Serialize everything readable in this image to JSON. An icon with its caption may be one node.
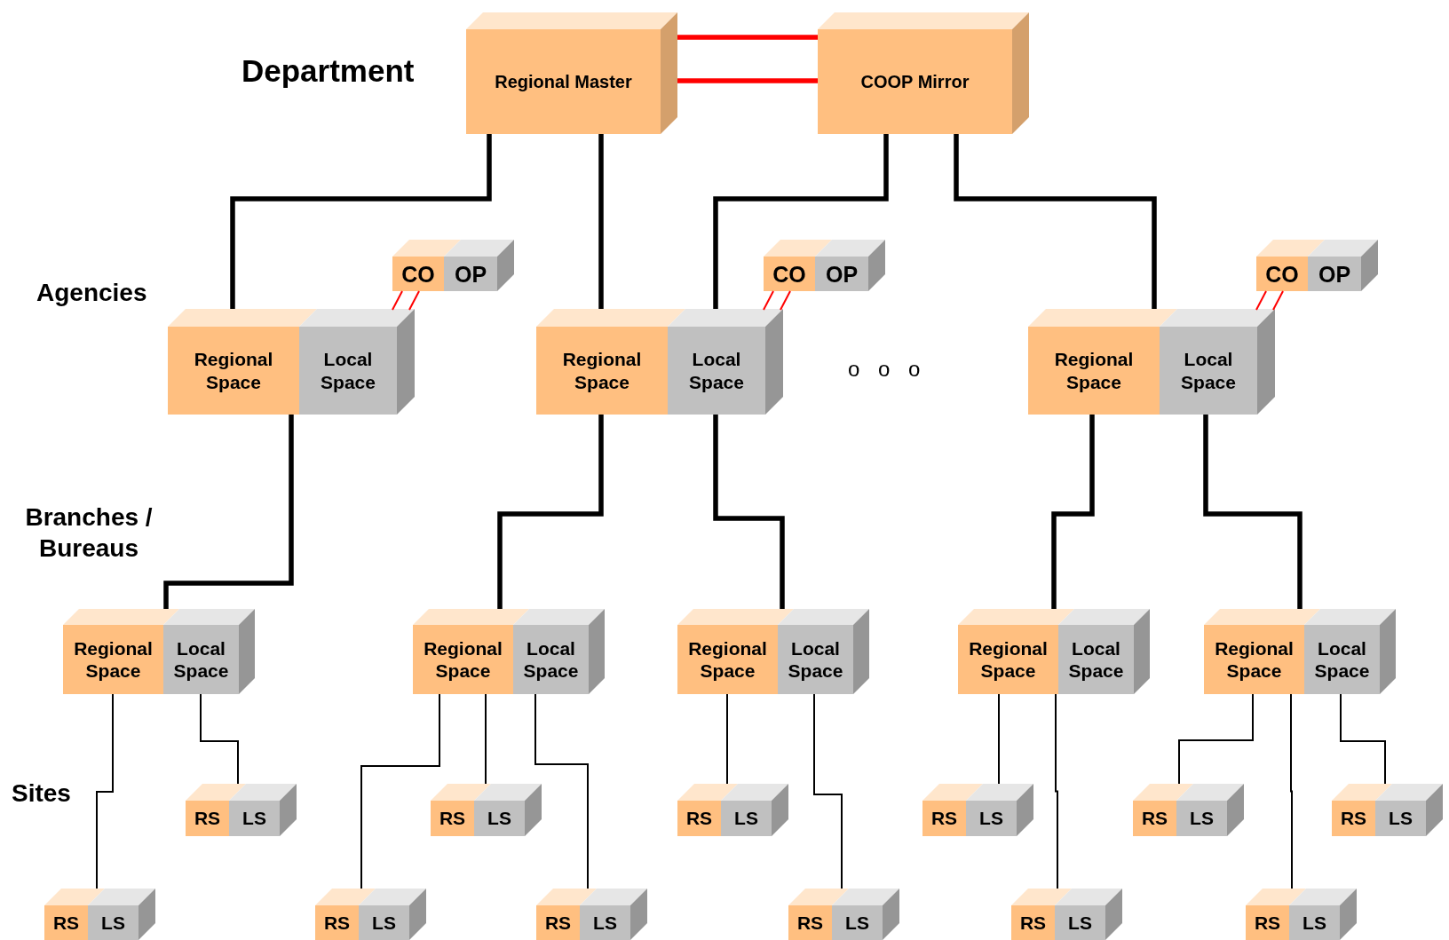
{
  "diagram": {
    "nodes": [
      {
        "text": [
          "Regional Master"
        ]
      },
      {
        "text": [
          "COOP Mirror"
        ]
      },
      {
        "text": [
          "CO"
        ]
      },
      {
        "text": [
          "OP"
        ]
      },
      {
        "text": [
          "Regional Space"
        ]
      },
      {
        "text": [
          "Local Space"
        ]
      },
      {
        "text": [
          "CO"
        ]
      },
      {
        "text": [
          "OP"
        ]
      },
      {
        "text": [
          "Regional Space"
        ]
      },
      {
        "text": [
          "Local Space"
        ]
      },
      {
        "text": [
          "CO"
        ]
      },
      {
        "text": [
          "OP"
        ]
      },
      {
        "text": [
          "Regional Space"
        ]
      },
      {
        "text": [
          "Local Space"
        ]
      },
      {
        "text": [
          "Regional Space"
        ]
      },
      {
        "text": [
          "Local Space"
        ]
      },
      {
        "text": [
          "Regional Space"
        ]
      },
      {
        "text": [
          "Local Space"
        ]
      },
      {
        "text": [
          "Regional Space"
        ]
      },
      {
        "text": [
          "Local Space"
        ]
      },
      {
        "text": [
          "Regional Space"
        ]
      },
      {
        "text": [
          "Local Space"
        ]
      },
      {
        "text": [
          "Regional Space"
        ]
      },
      {
        "text": [
          "Local Space"
        ]
      },
      {
        "text": [
          "RS"
        ]
      },
      {
        "text": [
          "LS"
        ]
      },
      {
        "text": [
          "RS"
        ]
      },
      {
        "text": [
          "LS"
        ]
      },
      {
        "text": [
          "RS"
        ]
      },
      {
        "text": [
          "LS"
        ]
      },
      {
        "text": [
          "RS"
        ]
      },
      {
        "text": [
          "LS"
        ]
      },
      {
        "text": [
          "RS"
        ]
      },
      {
        "text": [
          "LS"
        ]
      },
      {
        "text": [
          "RS"
        ]
      },
      {
        "text": [
          "LS"
        ]
      },
      {
        "text": [
          "RS"
        ]
      },
      {
        "text": [
          "LS"
        ]
      },
      {
        "text": [
          "RS"
        ]
      },
      {
        "text": [
          "LS"
        ]
      },
      {
        "text": [
          "RS"
        ]
      },
      {
        "text": [
          "LS"
        ]
      },
      {
        "text": [
          "RS"
        ]
      },
      {
        "text": [
          "LS"
        ]
      },
      {
        "text": [
          "RS"
        ]
      },
      {
        "text": [
          "LS"
        ]
      },
      {
        "text": [
          "RS"
        ]
      },
      {
        "text": [
          "LS"
        ]
      }
    ],
    "edges": [
      {
        "from": 0,
        "to": 1,
        "arrow": "none",
        "style": "thick",
        "color": "#ff0000"
      },
      {
        "from": 0,
        "to": 1,
        "arrow": "none",
        "style": "thick",
        "color": "#ff0000"
      },
      {
        "from": 0,
        "to": 4,
        "arrow": "none",
        "style": "thick"
      },
      {
        "from": 0,
        "to": 8,
        "arrow": "none",
        "style": "thick"
      },
      {
        "from": 1,
        "to": 9,
        "arrow": "none",
        "style": "thick"
      },
      {
        "from": 1,
        "to": 12,
        "arrow": "none",
        "style": "thick"
      },
      {
        "from": 2,
        "to": 5,
        "arrow": "none",
        "color": "#ff0000"
      },
      {
        "from": 2,
        "to": 5,
        "arrow": "none",
        "color": "#ff0000"
      },
      {
        "from": 6,
        "to": 9,
        "arrow": "none",
        "color": "#ff0000"
      },
      {
        "from": 6,
        "to": 9,
        "arrow": "none",
        "color": "#ff0000"
      },
      {
        "from": 10,
        "to": 13,
        "arrow": "none",
        "color": "#ff0000"
      },
      {
        "from": 10,
        "to": 13,
        "arrow": "none",
        "color": "#ff0000"
      },
      {
        "from": 4,
        "to": 15,
        "arrow": "none",
        "style": "thick"
      },
      {
        "from": 8,
        "to": 16,
        "arrow": "none",
        "style": "thick"
      },
      {
        "from": 9,
        "to": 19,
        "arrow": "none",
        "style": "thick"
      },
      {
        "from": 12,
        "to": 20,
        "arrow": "none",
        "style": "thick"
      },
      {
        "from": 13,
        "to": 22,
        "arrow": "none",
        "style": "thick"
      },
      {
        "from": 14,
        "to": 37,
        "arrow": "none"
      },
      {
        "from": 15,
        "to": 25,
        "arrow": "none"
      },
      {
        "from": 16,
        "to": 39,
        "arrow": "none"
      },
      {
        "from": 16,
        "to": 27,
        "arrow": "none"
      },
      {
        "from": 17,
        "to": 41,
        "arrow": "none"
      },
      {
        "from": 18,
        "to": 29,
        "arrow": "none"
      },
      {
        "from": 19,
        "to": 43,
        "arrow": "none"
      },
      {
        "from": 20,
        "to": 31,
        "arrow": "none"
      },
      {
        "from": 20,
        "to": 45,
        "arrow": "none"
      },
      {
        "from": 22,
        "to": 33,
        "arrow": "none"
      },
      {
        "from": 22,
        "to": 47,
        "arrow": "none"
      },
      {
        "from": 23,
        "to": 35,
        "arrow": "none"
      }
    ],
    "labels": [
      "Department",
      "Agencies",
      "o o o",
      "Branches / Bureaus",
      "Sites"
    ]
  }
}
